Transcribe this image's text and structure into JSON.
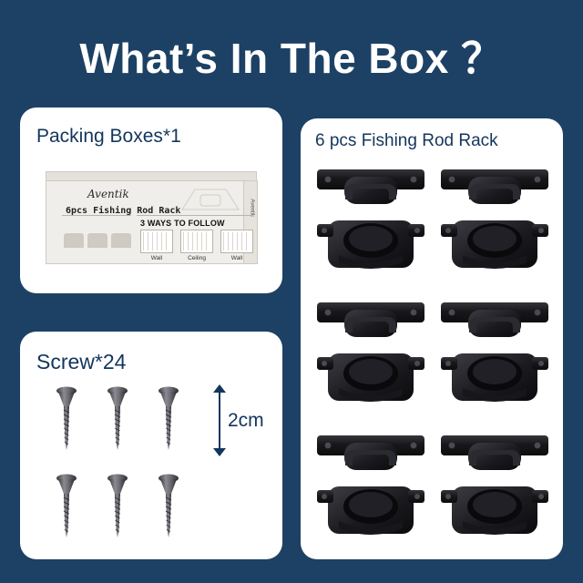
{
  "header": {
    "title": "What’s In The Box ？"
  },
  "panels": {
    "packing": {
      "title": "Packing Boxes*1",
      "carton": {
        "brand": "Aventik",
        "model": "6pcs Fishing Rod Rack",
        "instruction_heading": "3 WAYS TO FOLLOW",
        "thumbnails": [
          {
            "caption": "Wall"
          },
          {
            "caption": "Ceiling"
          },
          {
            "caption": "Wall"
          }
        ],
        "side_text": "Aventik"
      }
    },
    "screws": {
      "title": "Screw*24",
      "dimension_label": "2cm",
      "count": 6
    },
    "racks": {
      "title": "6 pcs Fishing Rod Rack",
      "count": 6
    }
  },
  "colors": {
    "background": "#1d4164",
    "panel": "#ffffff",
    "title_text": "#ffffff",
    "panel_title_text": "#13365c",
    "product_dark": "#1a1a1c"
  }
}
